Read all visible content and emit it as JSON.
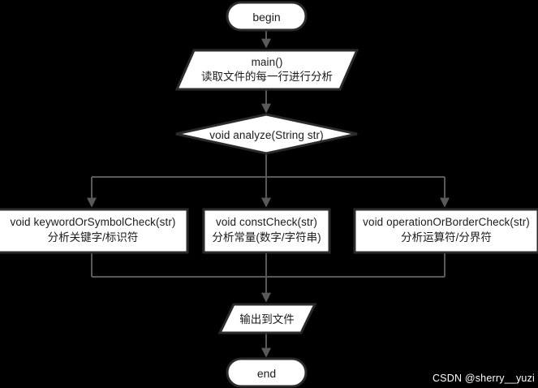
{
  "diagram": {
    "title": "lexical analyzer flowchart",
    "background_color": "#000000",
    "shape_fill": "#ffffff",
    "shape_border_color": "#2b2b2b",
    "connector_color": "#595959",
    "text_color": "#1b1b1b",
    "nodes": [
      {
        "id": "begin",
        "shape": "terminator",
        "lines": [
          "begin"
        ]
      },
      {
        "id": "main",
        "shape": "parallelogram",
        "lines": [
          "main()",
          "读取文件的每一行进行分析"
        ]
      },
      {
        "id": "analyze",
        "shape": "diamond",
        "lines": [
          "void analyze(String str)"
        ]
      },
      {
        "id": "keyword-check",
        "shape": "rectangle",
        "lines": [
          "void keywordOrSymbolCheck(str)",
          "分析关键字/标识符"
        ]
      },
      {
        "id": "const-check",
        "shape": "rectangle",
        "lines": [
          "void constCheck(str)",
          "分析常量(数字/字符串)"
        ]
      },
      {
        "id": "operation-check",
        "shape": "rectangle",
        "lines": [
          "void operationOrBorderCheck(str)",
          "分析运算符/分界符"
        ]
      },
      {
        "id": "output",
        "shape": "parallelogram",
        "lines": [
          "输出到文件"
        ]
      },
      {
        "id": "end",
        "shape": "terminator",
        "lines": [
          "end"
        ]
      }
    ]
  },
  "watermark": {
    "text": "CSDN @sherry__yuzi"
  }
}
